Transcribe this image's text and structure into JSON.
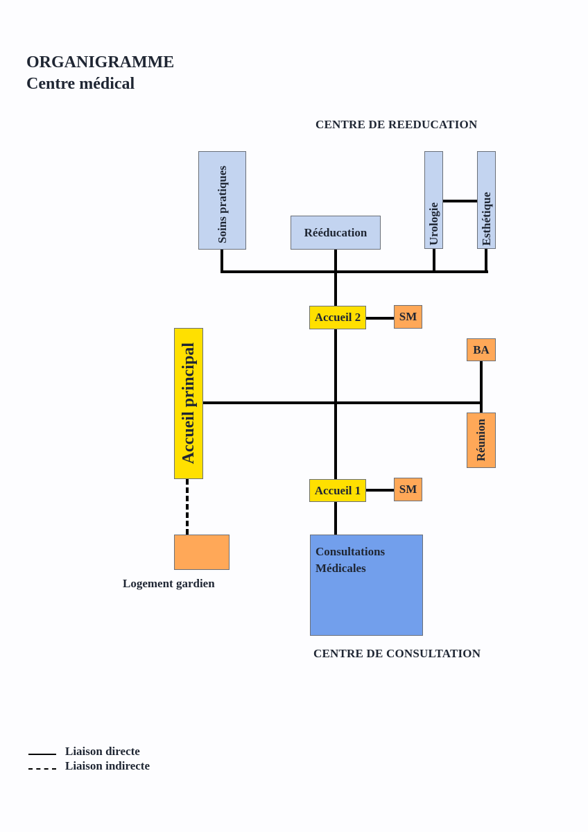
{
  "title": {
    "main": "ORGANIGRAMME",
    "sub": "Centre médical"
  },
  "sections": {
    "top": "CENTRE DE REEDUCATION",
    "bottom": "CENTRE DE CONSULTATION"
  },
  "nodes": {
    "soins_pratiques": "Soins pratiques",
    "reeducation": "Rééducation",
    "urologie": "Urologie",
    "esthetique": "Esthétique",
    "accueil2": "Accueil 2",
    "sm_top": "SM",
    "accueil_principal": "Accueil principal",
    "ba": "BA",
    "reunion": "Réunion",
    "accueil1": "Accueil 1",
    "sm_bottom": "SM",
    "consultations_line1": "Consultations",
    "consultations_line2": "Médicales",
    "logement_gardien": "Logement gardien"
  },
  "legend": {
    "direct": "Liaison directe",
    "indirect": "Liaison indirecte"
  },
  "colors": {
    "light_blue": "#c3d4f0",
    "yellow": "#ffe000",
    "orange": "#ffa858",
    "blue": "#729fec"
  }
}
